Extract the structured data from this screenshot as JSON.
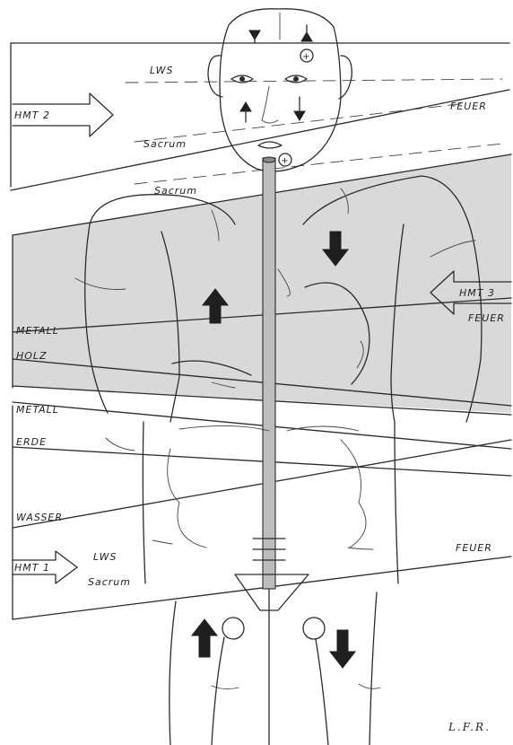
{
  "labels": {
    "lws_top": "LWS",
    "hmt2": "HMT 2",
    "feuer_top": "FEUER",
    "sacrum_1": "Sacrum",
    "sacrum_2": "Sacrum",
    "hmt3": "HMT 3",
    "feuer_mid": "FEUER",
    "metall_1": "METALL",
    "holz": "HOLZ",
    "metall_2": "METALL",
    "erde": "ERDE",
    "wasser": "WASSER",
    "hmt1": "HMT 1",
    "lws_bottom": "LWS",
    "sacrum_3": "Sacrum",
    "feuer_bottom": "FEUER",
    "signature": "L.F.R."
  },
  "symbols": {
    "plus_1": "+",
    "plus_2": "+"
  },
  "colors": {
    "ink": "#2b2b2b",
    "shade": "#d9d9d9",
    "paper": "#ffffff"
  }
}
